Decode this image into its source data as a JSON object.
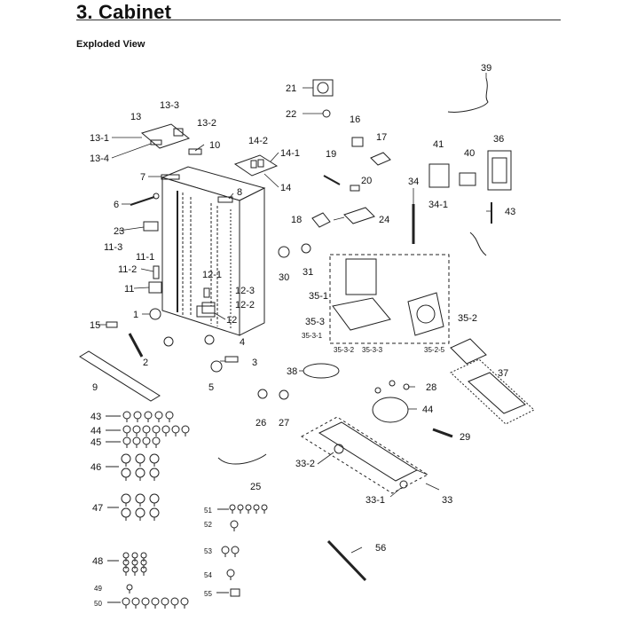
{
  "header": {
    "title": "3.  Cabinet",
    "subtitle": "Exploded View"
  },
  "labels": [
    {
      "id": "p21",
      "text": "21"
    },
    {
      "id": "p22",
      "text": "22"
    },
    {
      "id": "p39",
      "text": "39"
    },
    {
      "id": "p13-3",
      "text": "13-3"
    },
    {
      "id": "p13",
      "text": "13"
    },
    {
      "id": "p13-2",
      "text": "13-2"
    },
    {
      "id": "p13-1",
      "text": "13-1"
    },
    {
      "id": "p13-4",
      "text": "13-4"
    },
    {
      "id": "p10",
      "text": "10"
    },
    {
      "id": "p16",
      "text": "16"
    },
    {
      "id": "p17",
      "text": "17"
    },
    {
      "id": "p14-2",
      "text": "14-2"
    },
    {
      "id": "p14-1",
      "text": "14-1"
    },
    {
      "id": "p14",
      "text": "14"
    },
    {
      "id": "p19",
      "text": "19"
    },
    {
      "id": "p20",
      "text": "20"
    },
    {
      "id": "p41",
      "text": "41"
    },
    {
      "id": "p40",
      "text": "40"
    },
    {
      "id": "p36",
      "text": "36"
    },
    {
      "id": "p7",
      "text": "7"
    },
    {
      "id": "p8",
      "text": "8"
    },
    {
      "id": "p6",
      "text": "6"
    },
    {
      "id": "p34",
      "text": "34"
    },
    {
      "id": "p34-1",
      "text": "34-1"
    },
    {
      "id": "p43a",
      "text": "43"
    },
    {
      "id": "p18",
      "text": "18"
    },
    {
      "id": "p24",
      "text": "24"
    },
    {
      "id": "p23",
      "text": "23"
    },
    {
      "id": "p11-3",
      "text": "11-3"
    },
    {
      "id": "p11-1",
      "text": "11-1"
    },
    {
      "id": "p11-2",
      "text": "11-2"
    },
    {
      "id": "p11",
      "text": "11"
    },
    {
      "id": "p12-1",
      "text": "12-1"
    },
    {
      "id": "p12-3",
      "text": "12-3"
    },
    {
      "id": "p12-2",
      "text": "12-2"
    },
    {
      "id": "p12",
      "text": "12"
    },
    {
      "id": "p30",
      "text": "30"
    },
    {
      "id": "p31",
      "text": "31"
    },
    {
      "id": "p35-1",
      "text": "35-1"
    },
    {
      "id": "p35-2",
      "text": "35-2"
    },
    {
      "id": "p35-3",
      "text": "35-3"
    },
    {
      "id": "p35-3-1",
      "text": "35-3-1"
    },
    {
      "id": "p35-3-2",
      "text": "35-3-2"
    },
    {
      "id": "p35-3-3",
      "text": "35-3-3"
    },
    {
      "id": "p35-2-5",
      "text": "35-2-5"
    },
    {
      "id": "p1",
      "text": "1"
    },
    {
      "id": "p15",
      "text": "15"
    },
    {
      "id": "p4",
      "text": "4"
    },
    {
      "id": "p2",
      "text": "2"
    },
    {
      "id": "p3",
      "text": "3"
    },
    {
      "id": "p5",
      "text": "5"
    },
    {
      "id": "p9",
      "text": "9"
    },
    {
      "id": "p38",
      "text": "38"
    },
    {
      "id": "p37",
      "text": "37"
    },
    {
      "id": "p28",
      "text": "28"
    },
    {
      "id": "p44",
      "text": "44"
    },
    {
      "id": "p26",
      "text": "26"
    },
    {
      "id": "p27",
      "text": "27"
    },
    {
      "id": "p29",
      "text": "29"
    },
    {
      "id": "p43b",
      "text": "43"
    },
    {
      "id": "p44b",
      "text": "44"
    },
    {
      "id": "p45",
      "text": "45"
    },
    {
      "id": "p46",
      "text": "46"
    },
    {
      "id": "p33-2",
      "text": "33-2"
    },
    {
      "id": "p25",
      "text": "25"
    },
    {
      "id": "p33-1",
      "text": "33-1"
    },
    {
      "id": "p33",
      "text": "33"
    },
    {
      "id": "p47",
      "text": "47"
    },
    {
      "id": "p51",
      "text": "51"
    },
    {
      "id": "p52",
      "text": "52"
    },
    {
      "id": "p53",
      "text": "53"
    },
    {
      "id": "p56",
      "text": "56"
    },
    {
      "id": "p48",
      "text": "48"
    },
    {
      "id": "p54",
      "text": "54"
    },
    {
      "id": "p49",
      "text": "49"
    },
    {
      "id": "p55",
      "text": "55"
    },
    {
      "id": "p50",
      "text": "50"
    }
  ]
}
